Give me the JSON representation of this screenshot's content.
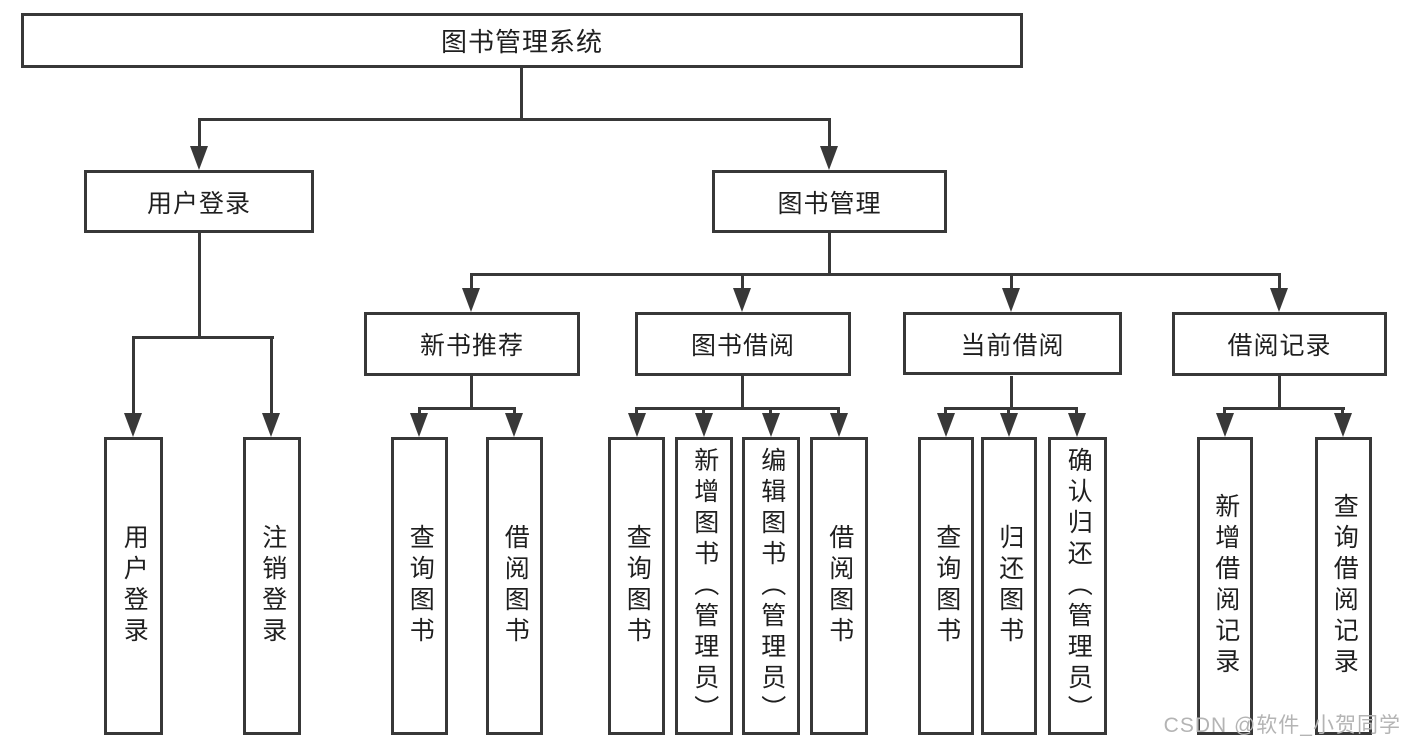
{
  "tree": {
    "label": "图书管理系统",
    "children": [
      {
        "label": "用户登录",
        "children": [
          {
            "label": "用户登录"
          },
          {
            "label": "注销登录"
          }
        ]
      },
      {
        "label": "图书管理",
        "children": [
          {
            "label": "新书推荐",
            "children": [
              {
                "label": "查询图书"
              },
              {
                "label": "借阅图书"
              }
            ]
          },
          {
            "label": "图书借阅",
            "children": [
              {
                "label": "查询图书"
              },
              {
                "label": "新增图书（管理员）"
              },
              {
                "label": "编辑图书（管理员）"
              },
              {
                "label": "借阅图书"
              }
            ]
          },
          {
            "label": "当前借阅",
            "children": [
              {
                "label": "查询图书"
              },
              {
                "label": "归还图书"
              },
              {
                "label": "确认归还（管理员）"
              }
            ]
          },
          {
            "label": "借阅记录",
            "children": [
              {
                "label": "新增借阅记录"
              },
              {
                "label": "查询借阅记录"
              }
            ]
          }
        ]
      }
    ]
  },
  "watermark": {
    "text": "CSDN @软件_小贺同学"
  },
  "colors": {
    "line": "#383838",
    "text": "#1f1f1f",
    "background": "#ffffff",
    "watermark": "#b4b4b4"
  }
}
